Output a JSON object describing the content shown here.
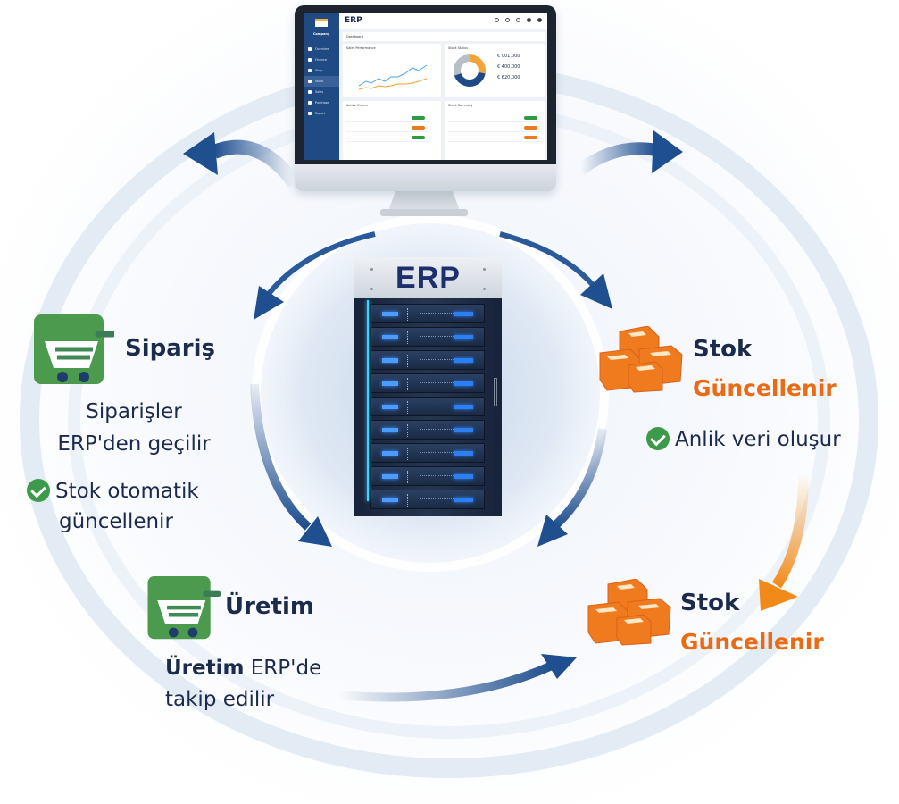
{
  "diagram": {
    "title": "ERP",
    "colors": {
      "navy": "#1b2b4b",
      "arrow_blue": "#1f4f8f",
      "orange": "#ea6b14",
      "green": "#3d9a4b"
    }
  },
  "monitor": {
    "app_title": "ERP",
    "brand": "Company",
    "breadcrumb": "Dashboard",
    "nav": [
      "Overview",
      "Finance",
      "Shop",
      "Stock",
      "Sales",
      "Purchase",
      "Report"
    ],
    "active_nav": 3,
    "cards": {
      "performance": "Sales Performance",
      "status": "Stock Status",
      "orders": "Active Orders",
      "stock": "Stock Summary"
    },
    "status_values": [
      "€ 001,000",
      "€ 400,000",
      "€ 620,000"
    ],
    "donut_shares": [
      0.28,
      0.42,
      0.3
    ]
  },
  "server": {
    "label": "ERP",
    "bays": 9
  },
  "steps": {
    "siparis": {
      "title": "Sipariş",
      "desc_line1": "Siparişler",
      "desc_line2": "ERP'den geçilir",
      "check_line1": "Stok otomatik",
      "check_line2": "güncellenir"
    },
    "stok_top": {
      "title": "Stok",
      "subtitle": "Güncellenir",
      "check": "Anlik veri oluşur"
    },
    "uretim": {
      "title": "Üretim",
      "desc_bold": "Üretim",
      "desc_rest": " ERP'de",
      "desc_line2": "takip edilir"
    },
    "stok_bottom": {
      "title": "Stok",
      "subtitle": "Güncellenir"
    }
  }
}
